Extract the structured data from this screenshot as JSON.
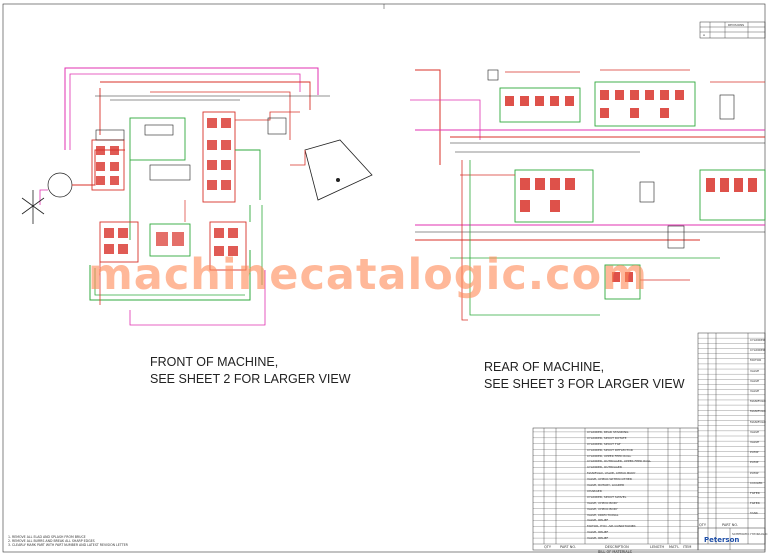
{
  "captions": {
    "front_line1": "FRONT OF MACHINE,",
    "front_line2": "SEE SHEET 2 FOR LARGER VIEW",
    "rear_line1": "REAR OF MACHINE,",
    "rear_line2": "SEE SHEET 3 FOR LARGER VIEW"
  },
  "watermark": "machinecatalogic.com",
  "notes": {
    "line1": "1.   REMOVE ALL ELAD AND SPLASH FROM BRUCE",
    "line2": "2.   REMOVE ALL BURRS AND BREAK ALL SHARP EDGES",
    "line3": "3.   CLEARLY MARK PART WITH PART NUMBER AND LATEST REVISION LETTER"
  },
  "bom": {
    "header": {
      "qty": "QTY",
      "part_no": "PART NO.",
      "description": "DESCRIPTION",
      "length": "LENGTH",
      "matl": "MAT'L",
      "item": "ITEM",
      "qty2": "QTY",
      "part_no2": "PART NO."
    },
    "footer": "BILL OF MATERIALS",
    "left_descriptions": [
      "VALVE, RELIEF",
      "VALVE, RELIEF",
      "MOTOR, HYD. AIR CONDITIONER",
      "VALVE, RELIEF",
      "VALVE, DIRECTIONAL",
      "VALVE, CHECK BODY",
      "VALVE, CHECK BODY",
      "CYLINDER, SPOUT SWIVEL",
      "CHARGER",
      "VALVE, ROTARY, LOADER",
      "VALVE, CHECK WITHIN OTHER",
      "MANIFOLD, VALVE, CHECK BODY",
      "CYLINDER, OUTRIGGER",
      "CYLINDER, OUTRIGGER, UPPER FEED ROLL",
      "CYLINDER, UPPER FEED ROLL",
      "CYLINDER, SPOUT DEFLECTOR",
      "CYLINDER, SPOUT TILT",
      "CYLINDER, SPOUT ROTATE",
      "CYLINDER, REAR STANDING"
    ],
    "right_descriptions": [
      "CYLINDER",
      "CYLINDER",
      "MOTOR",
      "VALVE",
      "VALVE",
      "VALVE",
      "MANIFOLD",
      "MANIFOLD",
      "MANIFOLD",
      "VALVE",
      "VALVE",
      "PUMP",
      "PUMP",
      "PUMP",
      "COOLER",
      "FILTER",
      "FILTER",
      "TANK"
    ]
  },
  "title_block": {
    "company": "Peterson",
    "doc_label": "SCHEMATIC HYDRAULIC"
  },
  "revision": {
    "header": "REVISIONS",
    "row": "A"
  },
  "colors": {
    "red": "#d8322a",
    "magenta": "#e030b0",
    "green": "#2faa3c",
    "blue": "#3a5fd0",
    "black": "#222222",
    "watermark": "#ff8c5a"
  },
  "icons": {
    "fan": "fan-icon",
    "motor": "motor-icon",
    "tank": "tank-icon"
  }
}
